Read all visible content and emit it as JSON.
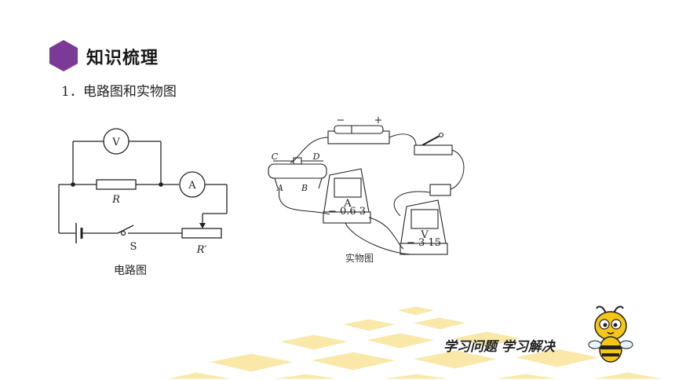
{
  "header": {
    "title": "知识梳理",
    "badge_color": "#7b3a96"
  },
  "content": {
    "subtitle": "1．电路图和实物图"
  },
  "circuit_diagram": {
    "caption": "电路图",
    "voltmeter_symbol": "V",
    "ammeter_symbol": "A",
    "resistor_label": "R",
    "rheostat_label": "R′",
    "switch_label": "S"
  },
  "physical_diagram": {
    "caption": "实物图",
    "battery_minus": "−",
    "battery_plus": "+",
    "terminal_c": "C",
    "terminal_d": "D",
    "terminal_a": "A",
    "terminal_b": "B",
    "ammeter_symbol": "A",
    "ammeter_scale": "− 0.6 3",
    "voltmeter_symbol": "V",
    "voltmeter_scale": "− 3 15"
  },
  "footer": {
    "slogan": "学习问题 学习解决",
    "honeycomb_color": "#f7e3a0"
  }
}
